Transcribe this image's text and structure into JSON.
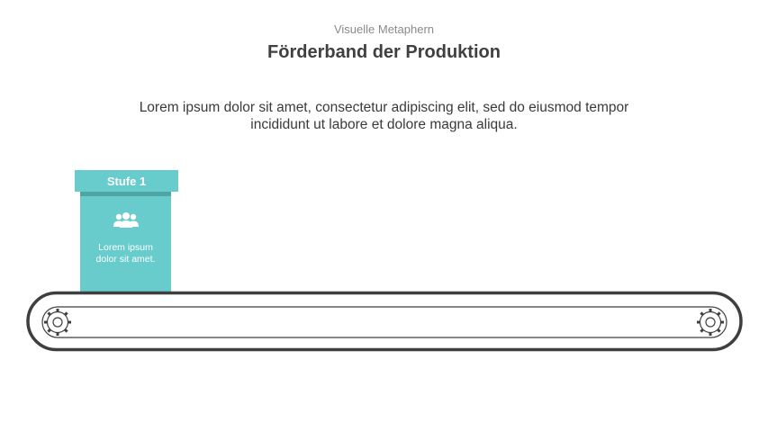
{
  "header": {
    "subtitle": "Visuelle Metaphern",
    "title": "Förderband der Produktion",
    "lead": "Lorem ipsum dolor sit amet, consectetur adipiscing elit, sed do eiusmod tempor incididunt ut labore et dolore magna aliqua."
  },
  "stage": {
    "label": "Stufe 1",
    "icon": "people-group-icon",
    "text": "Lorem ipsum\ndolor sit amet."
  },
  "conveyor": {
    "left_icon": "gear-icon",
    "right_icon": "gear-icon"
  },
  "colors": {
    "accent": "#67cccb",
    "accent_dark": "#4fa5a4",
    "belt": "#3f3f3f",
    "title": "#404040"
  }
}
